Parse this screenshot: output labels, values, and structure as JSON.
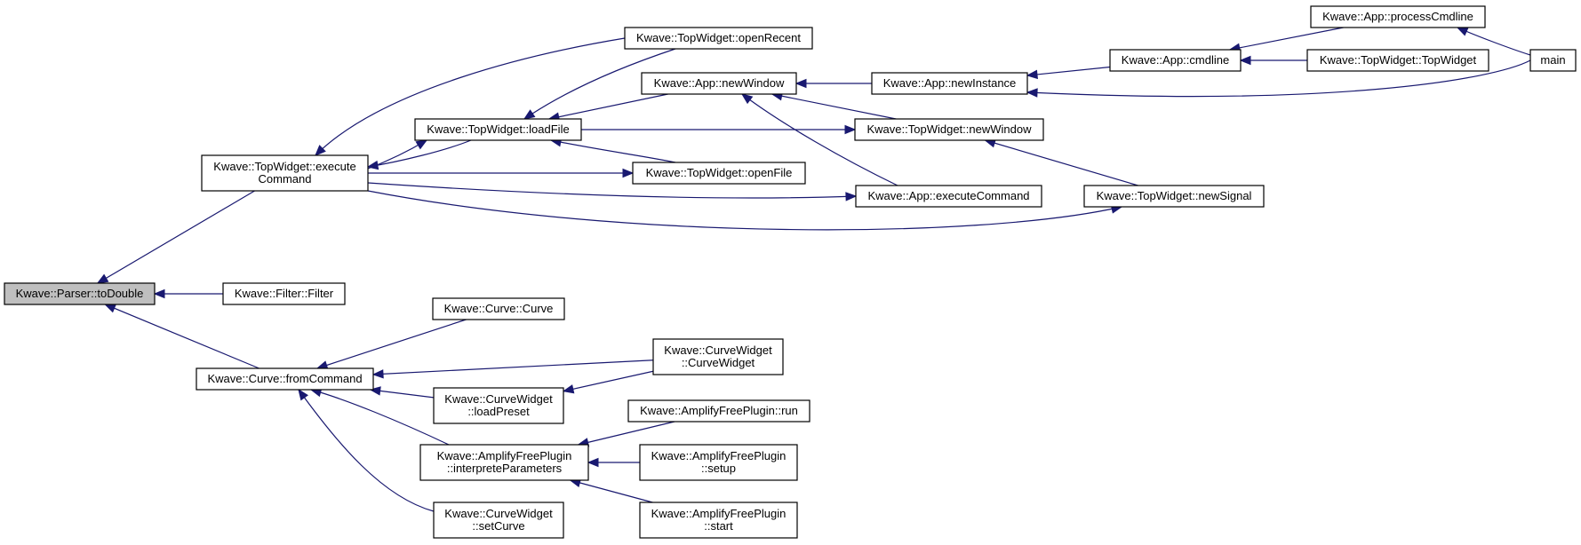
{
  "graph": {
    "type": "caller-graph",
    "colors": {
      "edge": "#191970",
      "root_fill": "#bfbfbf",
      "node_fill": "#ffffff",
      "node_border": "#000000"
    },
    "nodes": [
      {
        "id": "todouble",
        "lines": [
          "Kwave::Parser::toDouble"
        ],
        "root": true
      },
      {
        "id": "tw_exec",
        "lines": [
          "Kwave::TopWidget::execute",
          "Command"
        ]
      },
      {
        "id": "filter",
        "lines": [
          "Kwave::Filter::Filter"
        ]
      },
      {
        "id": "fromcmd",
        "lines": [
          "Kwave::Curve::fromCommand"
        ]
      },
      {
        "id": "tw_openrecent",
        "lines": [
          "Kwave::TopWidget::openRecent"
        ]
      },
      {
        "id": "tw_loadfile",
        "lines": [
          "Kwave::TopWidget::loadFile"
        ]
      },
      {
        "id": "app_newwindow",
        "lines": [
          "Kwave::App::newWindow"
        ]
      },
      {
        "id": "tw_openfile",
        "lines": [
          "Kwave::TopWidget::openFile"
        ]
      },
      {
        "id": "app_newinstance",
        "lines": [
          "Kwave::App::newInstance"
        ]
      },
      {
        "id": "tw_newwindow",
        "lines": [
          "Kwave::TopWidget::newWindow"
        ]
      },
      {
        "id": "app_exec",
        "lines": [
          "Kwave::App::executeCommand"
        ]
      },
      {
        "id": "app_cmdline",
        "lines": [
          "Kwave::App::cmdline"
        ]
      },
      {
        "id": "tw_newsignal",
        "lines": [
          "Kwave::TopWidget::newSignal"
        ]
      },
      {
        "id": "app_proc",
        "lines": [
          "Kwave::App::processCmdline"
        ]
      },
      {
        "id": "tw_topwidget",
        "lines": [
          "Kwave::TopWidget::TopWidget"
        ]
      },
      {
        "id": "main",
        "lines": [
          "main"
        ]
      },
      {
        "id": "curve_curve",
        "lines": [
          "Kwave::Curve::Curve"
        ]
      },
      {
        "id": "cw_loadpreset",
        "lines": [
          "Kwave::CurveWidget",
          "::loadPreset"
        ]
      },
      {
        "id": "afp_interp",
        "lines": [
          "Kwave::AmplifyFreePlugin",
          "::interpreteParameters"
        ]
      },
      {
        "id": "cw_setcurve",
        "lines": [
          "Kwave::CurveWidget",
          "::setCurve"
        ]
      },
      {
        "id": "cw_cw",
        "lines": [
          "Kwave::CurveWidget",
          "::CurveWidget"
        ]
      },
      {
        "id": "afp_run",
        "lines": [
          "Kwave::AmplifyFreePlugin::run"
        ]
      },
      {
        "id": "afp_setup",
        "lines": [
          "Kwave::AmplifyFreePlugin",
          "::setup"
        ]
      },
      {
        "id": "afp_start",
        "lines": [
          "Kwave::AmplifyFreePlugin",
          "::start"
        ]
      }
    ],
    "edges": [
      {
        "from": "tw_exec",
        "to": "todouble"
      },
      {
        "from": "filter",
        "to": "todouble"
      },
      {
        "from": "fromcmd",
        "to": "todouble"
      },
      {
        "from": "tw_openrecent",
        "to": "tw_exec"
      },
      {
        "from": "tw_loadfile",
        "to": "tw_exec"
      },
      {
        "from": "tw_exec",
        "to": "tw_loadfile"
      },
      {
        "from": "tw_exec",
        "to": "tw_openfile"
      },
      {
        "from": "tw_exec",
        "to": "app_exec"
      },
      {
        "from": "tw_exec",
        "to": "tw_newsignal"
      },
      {
        "from": "tw_openrecent",
        "to": "tw_loadfile"
      },
      {
        "from": "app_newwindow",
        "to": "tw_loadfile"
      },
      {
        "from": "tw_openfile",
        "to": "tw_loadfile"
      },
      {
        "from": "tw_loadfile",
        "to": "tw_newwindow"
      },
      {
        "from": "app_newinstance",
        "to": "app_newwindow"
      },
      {
        "from": "tw_newwindow",
        "to": "app_newwindow"
      },
      {
        "from": "app_exec",
        "to": "app_newwindow"
      },
      {
        "from": "app_cmdline",
        "to": "app_newinstance"
      },
      {
        "from": "main",
        "to": "app_newinstance"
      },
      {
        "from": "tw_newsignal",
        "to": "tw_newwindow"
      },
      {
        "from": "app_proc",
        "to": "app_cmdline"
      },
      {
        "from": "tw_topwidget",
        "to": "app_cmdline"
      },
      {
        "from": "main",
        "to": "app_proc"
      },
      {
        "from": "curve_curve",
        "to": "fromcmd"
      },
      {
        "from": "cw_cw",
        "to": "fromcmd"
      },
      {
        "from": "cw_loadpreset",
        "to": "fromcmd"
      },
      {
        "from": "afp_interp",
        "to": "fromcmd"
      },
      {
        "from": "cw_setcurve",
        "to": "fromcmd"
      },
      {
        "from": "cw_cw",
        "to": "cw_loadpreset"
      },
      {
        "from": "afp_run",
        "to": "afp_interp"
      },
      {
        "from": "afp_setup",
        "to": "afp_interp"
      },
      {
        "from": "afp_start",
        "to": "afp_interp"
      }
    ]
  }
}
